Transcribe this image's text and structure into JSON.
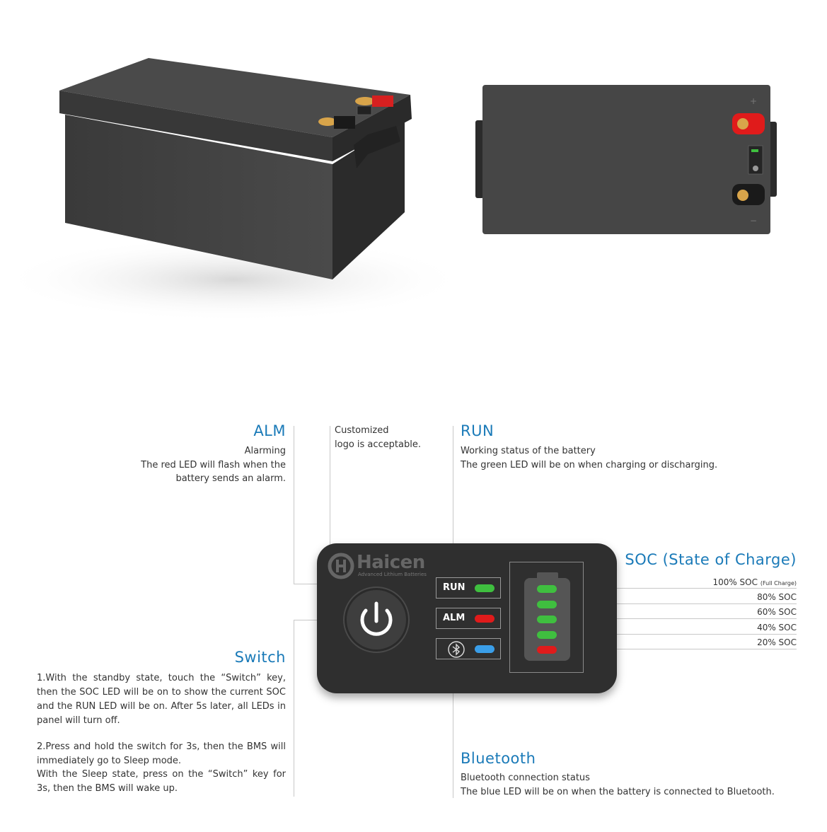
{
  "alm": {
    "title": "ALM",
    "subtitle": "Alarming",
    "line1": "The red LED will flash when the",
    "line2": "battery sends an alarm."
  },
  "logo_note": {
    "line1": "Customized",
    "line2": "logo is acceptable."
  },
  "run": {
    "title": "RUN",
    "subtitle": "Working status of the battery",
    "line1": "The green LED will be on when charging or discharging."
  },
  "soc": {
    "title": "SOC (State of Charge)",
    "levels": [
      {
        "label": "100% SOC",
        "note": "(Full Charge)"
      },
      {
        "label": "80% SOC"
      },
      {
        "label": "60% SOC"
      },
      {
        "label": "40% SOC"
      },
      {
        "label": "20% SOC"
      }
    ]
  },
  "switch": {
    "title": "Switch",
    "p1": "1.With the standby state, touch the “Switch” key, then the SOC LED will be on to show the current SOC and the RUN LED will be on. After 5s later, all LEDs in panel will turn off.",
    "p2a": "2.Press and hold the switch for 3s, then the BMS will immediately go to Sleep mode.",
    "p2b": "With the Sleep state, press on the “Switch” key for 3s, then the BMS will wake up."
  },
  "bluetooth": {
    "title": "Bluetooth",
    "subtitle": "Bluetooth connection status",
    "line1": "The blue LED will be on when the battery is connected to Bluetooth."
  },
  "panel": {
    "brand": "Haicen",
    "tagline": "Advanced Lithium Batteries",
    "run_label": "RUN",
    "alm_label": "ALM",
    "colors": {
      "green": "#3fbf3f",
      "red": "#e01b1b",
      "blue": "#3a9ee8",
      "body": "#2f2f2f"
    }
  },
  "terminals": {
    "positive": "+",
    "negative": "−"
  }
}
